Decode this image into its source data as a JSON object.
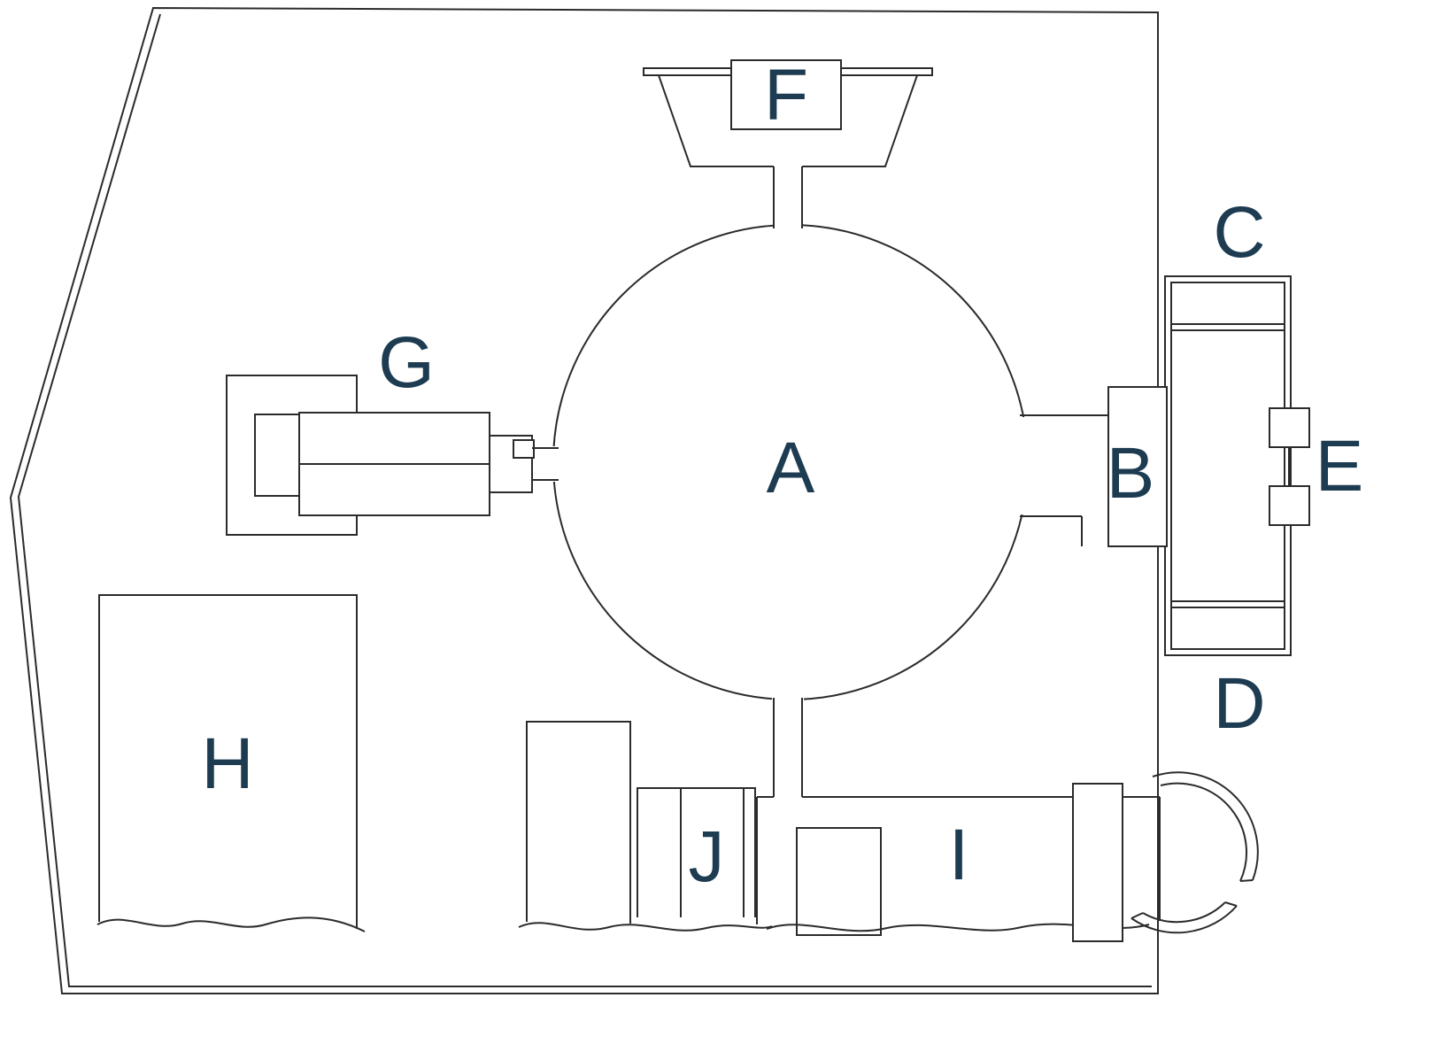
{
  "diagram": {
    "labels": {
      "A": "A",
      "B": "B",
      "C": "C",
      "D": "D",
      "E": "E",
      "F": "F",
      "G": "G",
      "H": "H",
      "I": "I",
      "J": "J"
    },
    "colors": {
      "label": "#1d3c52",
      "line": "#2b2b2b",
      "background": "#ffffff"
    }
  }
}
